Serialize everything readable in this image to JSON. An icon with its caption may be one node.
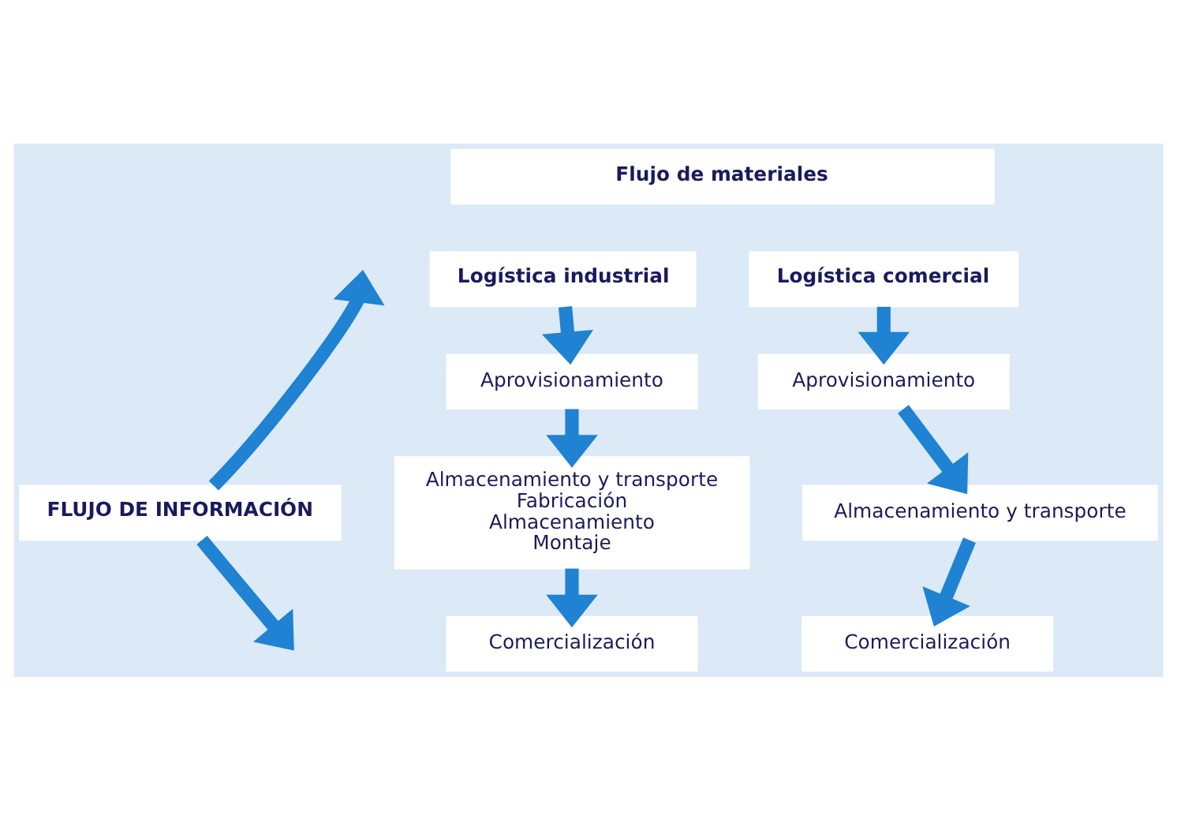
{
  "diagram": {
    "nodes": [
      {
        "text": [
          "Flujo de materiales"
        ]
      },
      {
        "text": [
          "Logística industrial"
        ]
      },
      {
        "text": [
          "Logística comercial"
        ]
      },
      {
        "text": [
          "Aprovisionamiento"
        ]
      },
      {
        "text": [
          "Almacenamiento y transporte",
          "Fabricación",
          "Almacenamiento",
          "Montaje"
        ]
      },
      {
        "text": [
          "Comercialización"
        ]
      },
      {
        "text": [
          "Aprovisionamiento"
        ]
      },
      {
        "text": [
          "Almacenamiento y transporte"
        ]
      },
      {
        "text": [
          "Comercialización"
        ]
      },
      {
        "text": [
          "FLUJO DE INFORMACIÓN"
        ]
      }
    ],
    "edges": [
      {
        "from": 1,
        "to": 3,
        "arrow": "to"
      },
      {
        "from": 3,
        "to": 4,
        "arrow": "to"
      },
      {
        "from": 4,
        "to": 5,
        "arrow": "to"
      },
      {
        "from": 2,
        "to": 6,
        "arrow": "to"
      },
      {
        "from": 6,
        "to": 7,
        "arrow": "to"
      },
      {
        "from": 7,
        "to": 8,
        "arrow": "to"
      },
      {
        "from": 9,
        "to": null,
        "arrow": "to"
      },
      {
        "from": 9,
        "to": null,
        "arrow": "to"
      }
    ]
  }
}
